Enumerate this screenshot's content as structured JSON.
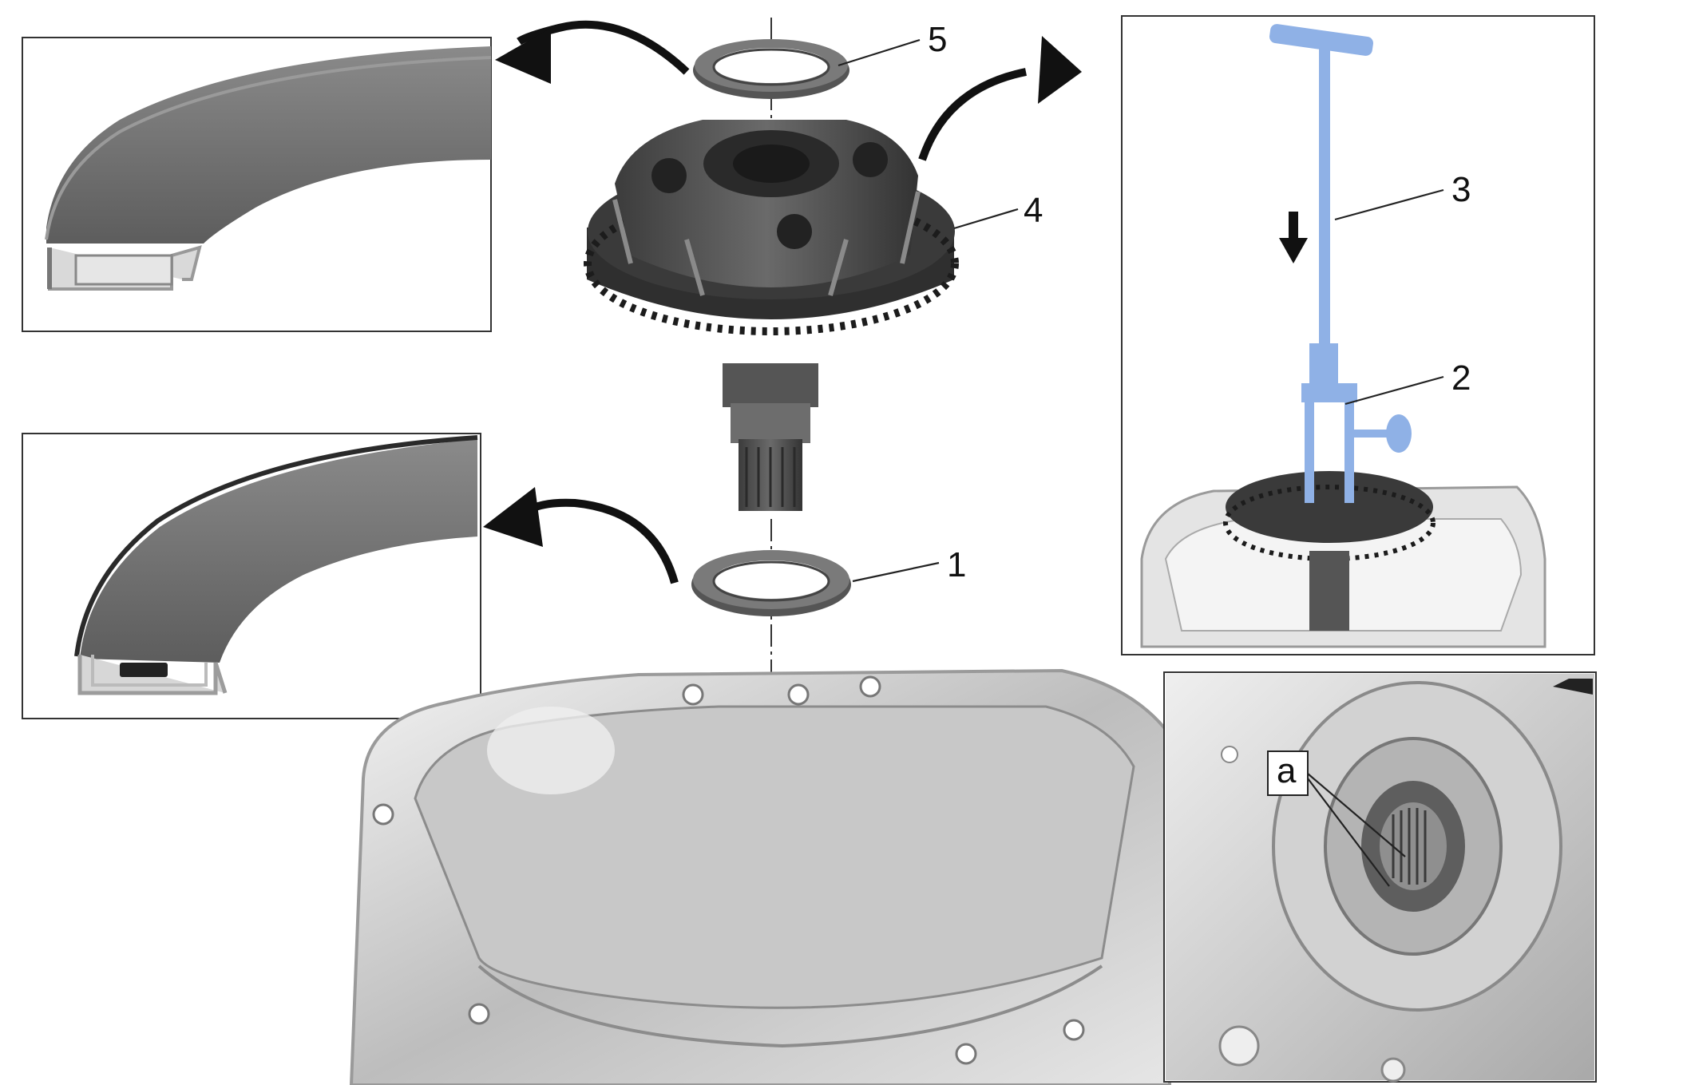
{
  "callouts": {
    "c1": "1",
    "c2": "2",
    "c3": "3",
    "c4": "4",
    "c5": "5",
    "ca": "a"
  },
  "colors": {
    "tool_blue": "#8fb1e6",
    "part_dark": "#4a4a4a",
    "housing_light": "#d9d9d9",
    "arrow": "#111111"
  },
  "icons": {
    "rotate_arrow": "curved-arrow-icon",
    "down_arrow": "down-arrow-icon"
  }
}
